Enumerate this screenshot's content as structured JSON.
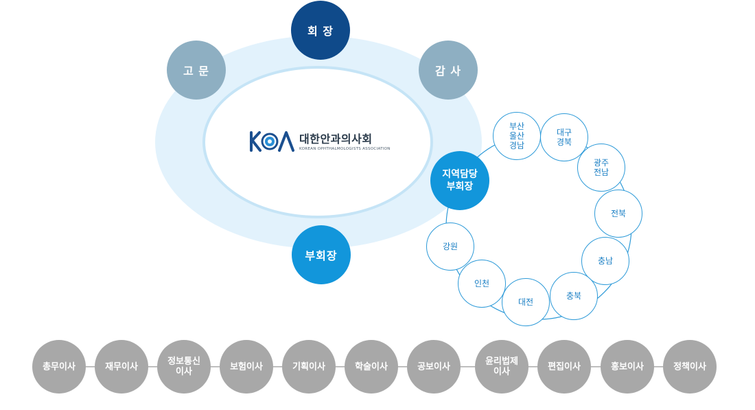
{
  "logo": {
    "name_korean": "대한안과의사회",
    "name_english": "KOREAN OPHTHALMOLOGISTS ASSOCIATION",
    "mark_text": "KOA"
  },
  "core": {
    "president": "회 장",
    "advisor": "고 문",
    "auditor": "감 사",
    "vice_president": "부회장",
    "regional_vp": "지역담당\n부회장"
  },
  "regions": [
    "부산\n울산\n경남",
    "대구\n경북",
    "광주\n전남",
    "전북",
    "충남",
    "충북",
    "대전",
    "인천",
    "강원"
  ],
  "directors": [
    "총무이사",
    "재무이사",
    "정보통신\n이사",
    "보험이사",
    "기획이사",
    "학술이사",
    "공보이사",
    "윤리법제\n이사",
    "편집이사",
    "홍보이사",
    "정책이사"
  ],
  "colors": {
    "president": "#0f4a8a",
    "advisor_auditor": "#8eafc2",
    "vice_president": "#1296db",
    "region_border": "#2d9ad8",
    "director": "#a8a8a8",
    "ellipse_fill": "#e2f2fc"
  }
}
